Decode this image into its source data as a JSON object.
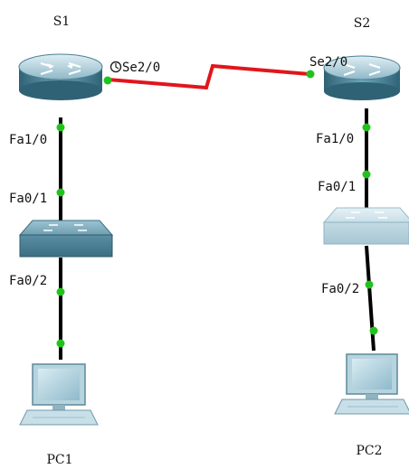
{
  "colors": {
    "serial_link": "#e0161c",
    "ethernet_link": "#000000",
    "port_up": "#22c21c",
    "router_body": "#5c95a9",
    "switch_body": "#6fa3b6",
    "switch2_body": "#c5dde6"
  },
  "devices": {
    "s1": {
      "name": "S1",
      "icon": "router-icon"
    },
    "s2": {
      "name": "S2",
      "icon": "router-icon"
    },
    "sw1": {
      "icon": "switch-icon"
    },
    "sw2": {
      "icon": "switch-icon"
    },
    "pc1": {
      "name": "PC1",
      "icon": "pc-icon"
    },
    "pc2": {
      "name": "PC2",
      "icon": "pc-icon"
    }
  },
  "ports": {
    "s1_serial": "Se2/0",
    "s2_serial": "Se2/0",
    "s1_fa": "Fa1/0",
    "s2_fa": "Fa1/0",
    "sw1_up": "Fa0/1",
    "sw2_up": "Fa0/1",
    "sw1_down": "Fa0/2",
    "sw2_down": "Fa0/2"
  },
  "icons": {
    "dce_clock": "clock-icon"
  }
}
